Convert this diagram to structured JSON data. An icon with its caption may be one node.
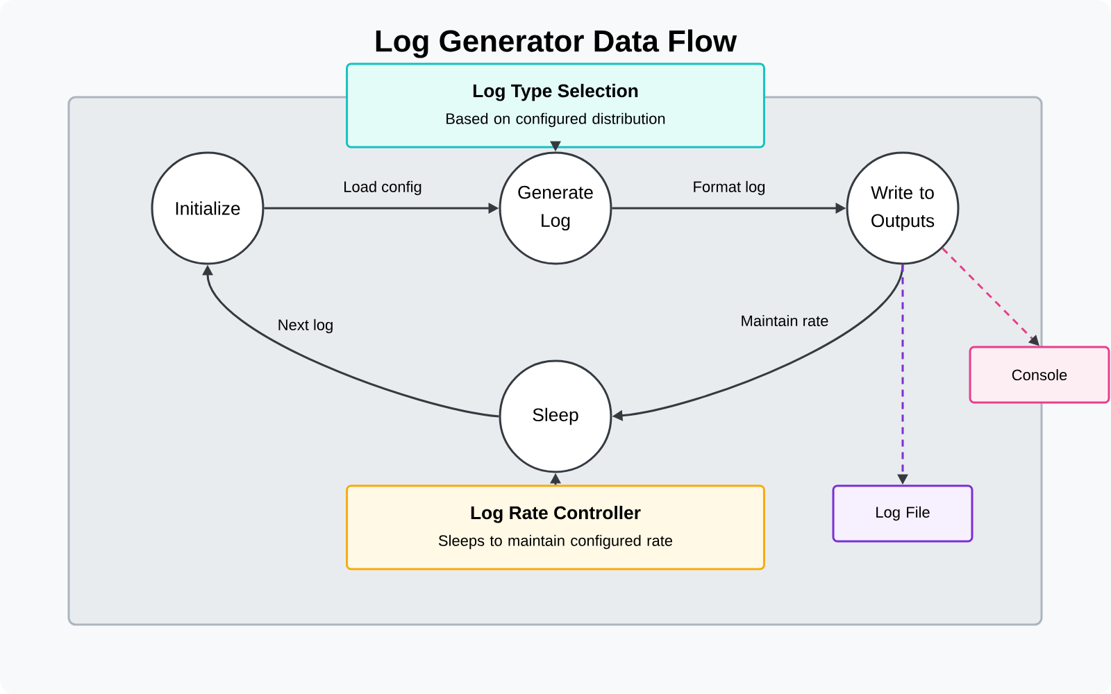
{
  "diagram": {
    "title": "Log Generator Data Flow",
    "nodes": [
      {
        "text": [
          "Log Type Selection",
          "Based on configured distribution"
        ]
      },
      {
        "text": [
          "Initialize"
        ]
      },
      {
        "text": [
          "Generate Log"
        ]
      },
      {
        "text": [
          "Write to Outputs"
        ]
      },
      {
        "text": [
          "Sleep"
        ]
      },
      {
        "text": [
          "Log Rate Controller",
          "Sleeps to maintain configured rate"
        ]
      },
      {
        "text": [
          "Log File"
        ]
      },
      {
        "text": [
          "Console"
        ]
      }
    ],
    "edges": [
      {
        "from": 1,
        "to": 2,
        "arrow": "to",
        "label": "Load config"
      },
      {
        "from": 2,
        "to": 3,
        "arrow": "to",
        "label": "Format log"
      },
      {
        "from": 3,
        "to": 4,
        "arrow": "to",
        "label": "Maintain rate"
      },
      {
        "from": 4,
        "to": 1,
        "arrow": "to",
        "label": "Next log"
      },
      {
        "from": 0,
        "to": 2,
        "arrow": "to"
      },
      {
        "from": 5,
        "to": 4,
        "arrow": "to"
      },
      {
        "from": 3,
        "to": 7,
        "arrow": "to",
        "style": "dashed",
        "color": "#e83e8c"
      },
      {
        "from": 3,
        "to": 6,
        "arrow": "to",
        "style": "dashed",
        "color": "#7b2fd4"
      }
    ]
  }
}
